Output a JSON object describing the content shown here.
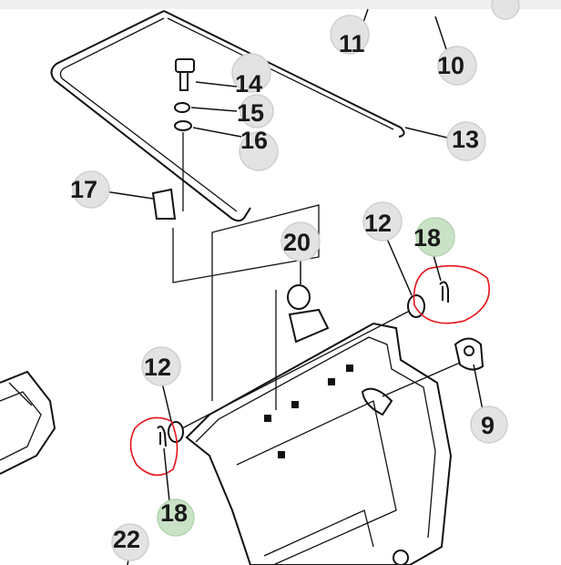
{
  "diagram": {
    "callouts": [
      {
        "id": "c11",
        "label": "11"
      },
      {
        "id": "c10",
        "label": "10"
      },
      {
        "id": "c14",
        "label": "14"
      },
      {
        "id": "c15",
        "label": "15"
      },
      {
        "id": "c16",
        "label": "16"
      },
      {
        "id": "c13",
        "label": "13"
      },
      {
        "id": "c17",
        "label": "17"
      },
      {
        "id": "c20",
        "label": "20"
      },
      {
        "id": "c12a",
        "label": "12"
      },
      {
        "id": "c18a",
        "label": "18"
      },
      {
        "id": "c12b",
        "label": "12"
      },
      {
        "id": "c9",
        "label": "9"
      },
      {
        "id": "c18b",
        "label": "18"
      },
      {
        "id": "c22",
        "label": "22"
      }
    ],
    "colors": {
      "callout": "#e3e3e3",
      "callout_highlight": "#c9e2c6",
      "annotation": "#e8151b"
    }
  }
}
